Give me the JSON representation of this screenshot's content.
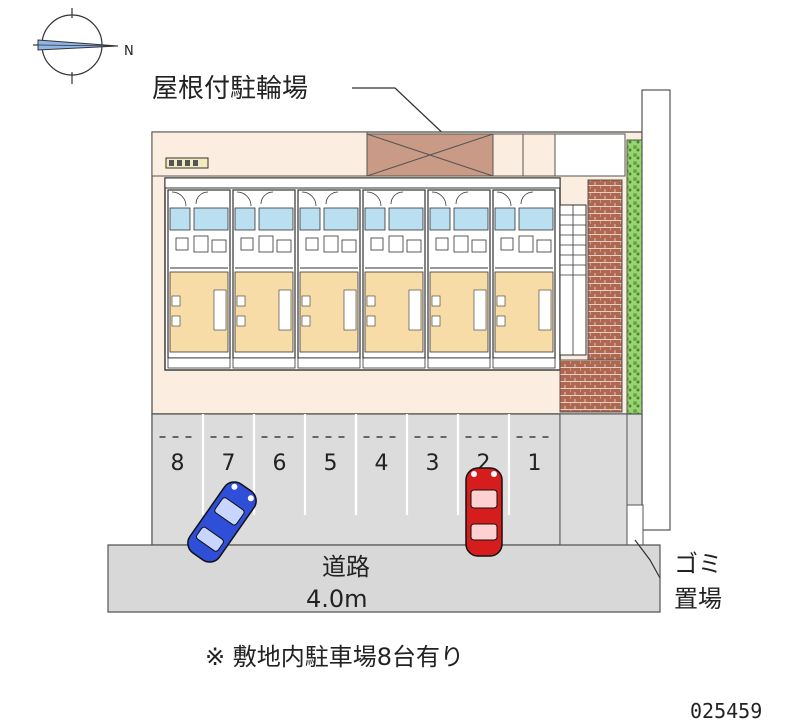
{
  "compass": {
    "direction_label": "N"
  },
  "bicycle_parking": {
    "label": "屋根付駐輪場"
  },
  "parking": {
    "space_numbers": [
      "8",
      "7",
      "6",
      "5",
      "4",
      "3",
      "2",
      "1"
    ]
  },
  "road": {
    "name": "道路",
    "width": "4.0m"
  },
  "garbage": {
    "line1": "ゴミ",
    "line2": "置場"
  },
  "footnote": "※ 敷地内駐車場8台有り",
  "property_code": "025459",
  "colors": {
    "apartment_floor": "#f7dca8",
    "bath_blue": "#b9dff0",
    "courtyard": "#fbeee0",
    "parking_lot": "#dcdcdc",
    "road": "#d8d8d8",
    "brick": "#b0674f",
    "hedge": "#7ac04e",
    "car_blue": "#2f4fd8",
    "car_red": "#d61d1d",
    "bike_roof": "#c99a86"
  }
}
